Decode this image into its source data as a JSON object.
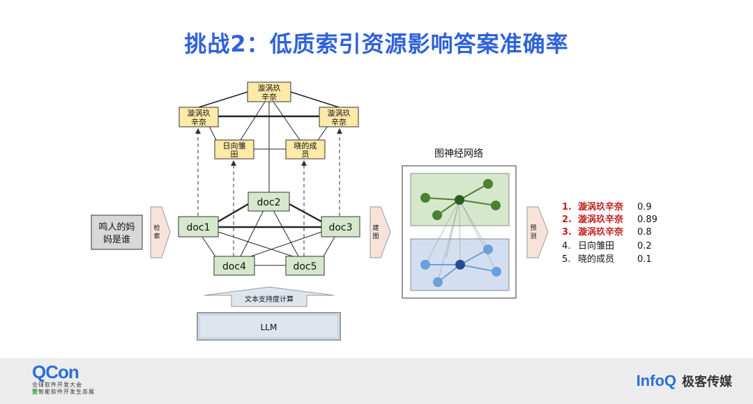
{
  "title": "挑战2：低质索引资源影响答案准确率",
  "colors": {
    "title": "#2f62d9",
    "entity_fill": "#fde9a8",
    "doc_fill": "#d5e8cc",
    "query_fill": "#d8d8d8",
    "arrow_fill": "#f7e3d9",
    "llm_fill": "#dfe5ef",
    "gnn_top_bg": "#d5e8cc",
    "gnn_bottom_bg": "#d3dff0",
    "gnn_green": "#4d7e32",
    "gnn_blue": "#6aa1d8",
    "gnn_dark_blue": "#2a4b8f",
    "result_red": "#c0211f",
    "qcon_blue": "#2a6ed8",
    "infoq_blue": "#2a6ed8"
  },
  "query": {
    "line1": "鸣人的妈",
    "line2": "妈是谁"
  },
  "arrows": {
    "search": [
      "检",
      "索"
    ],
    "build_graph": [
      "建",
      "图"
    ],
    "predict": [
      "预",
      "测"
    ]
  },
  "entities": {
    "top": [
      "漩涡玖",
      "辛奈"
    ],
    "left": [
      "漩涡玖",
      "辛奈"
    ],
    "right": [
      "漩涡玖",
      "辛奈"
    ],
    "hinata": [
      "日向雏",
      "田"
    ],
    "xiao": [
      "晓的成",
      "员"
    ]
  },
  "docs": [
    "doc1",
    "doc2",
    "doc3",
    "doc4",
    "doc5"
  ],
  "support_label": "文本支持度计算",
  "llm_label": "LLM",
  "gnn_title": "图神经网络",
  "results": [
    {
      "rank": "1.",
      "name": "漩涡玖辛奈",
      "score": "0.9",
      "highlight": true
    },
    {
      "rank": "2.",
      "name": "漩涡玖辛奈",
      "score": "0.89",
      "highlight": true
    },
    {
      "rank": "3.",
      "name": "漩涡玖辛奈",
      "score": "0.8",
      "highlight": true
    },
    {
      "rank": "4.",
      "name": "日向雏田",
      "score": "0.2",
      "highlight": false
    },
    {
      "rank": "5.",
      "name": "晓的成员",
      "score": "0.1",
      "highlight": false
    }
  ],
  "footer": {
    "qcon": {
      "word": "QCon",
      "sub1": "全球软件开发大会",
      "sub2_mark": "暨",
      "sub2": "智能软件开发生态展"
    },
    "infoq": {
      "word": "InfoQ",
      "cn": "极客传媒"
    }
  }
}
